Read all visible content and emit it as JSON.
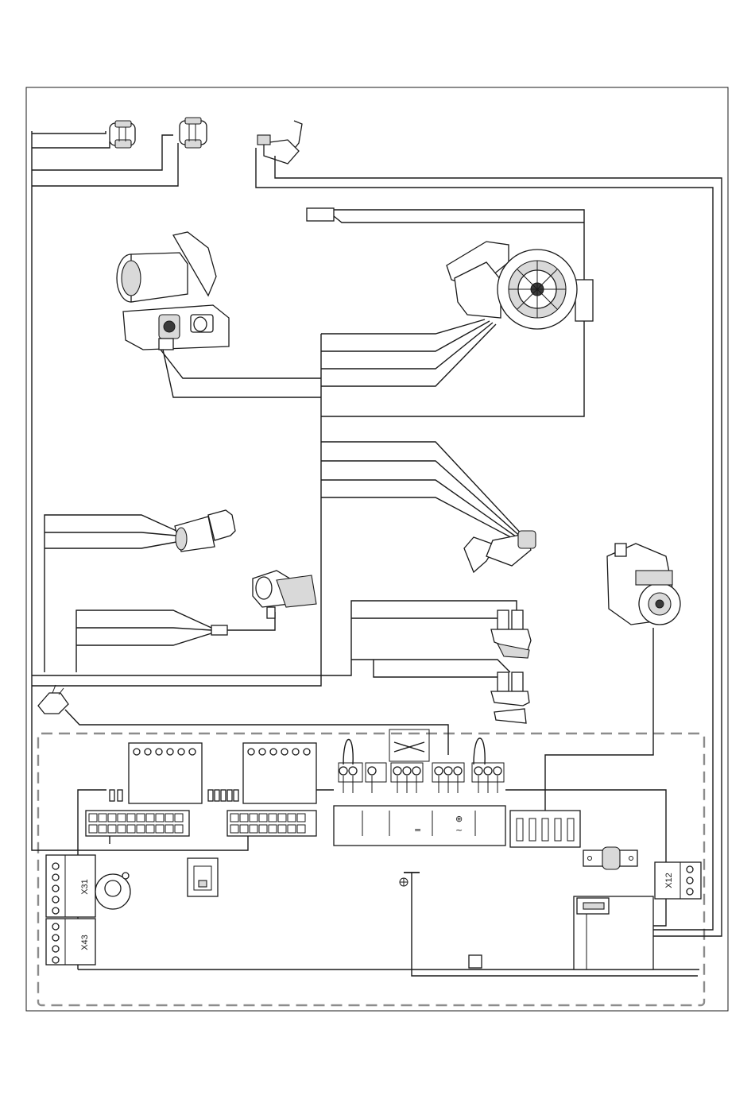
{
  "diagram": {
    "connectors": {
      "x31": "X31",
      "x43": "X43",
      "x12": "X12"
    },
    "terminal_symbols": {
      "dc": "=",
      "earth": "⊕",
      "ac": "~"
    }
  }
}
